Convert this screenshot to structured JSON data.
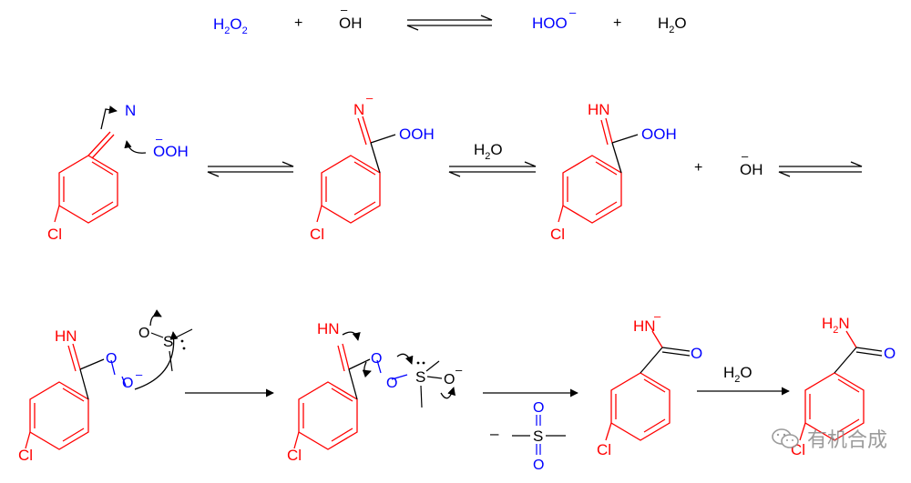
{
  "colors": {
    "red": "#ff0000",
    "blue": "#0000ff",
    "black": "#000000",
    "watermark": "#8a8a8a"
  },
  "eq1": {
    "h2o2": [
      "H",
      "2",
      "O",
      "2"
    ],
    "plus1": "+",
    "oh": "OH",
    "minus": "–",
    "hoo": "HOO",
    "plus2": "+",
    "water": [
      "H",
      "2",
      "O"
    ]
  },
  "row2": {
    "n": "N",
    "ooh_attack": "OOH",
    "n_minus": "N",
    "ooh": "OOH",
    "hn": "HN",
    "water": [
      "H",
      "2",
      "O"
    ],
    "plus": "+",
    "oh": "OH",
    "cl": "Cl"
  },
  "row3": {
    "hn": "HN",
    "o": "O",
    "s": "S",
    "cl": "Cl",
    "hn_neg": "HN",
    "nh2": [
      "H",
      "2",
      "N"
    ],
    "water": [
      "H",
      "2",
      "O"
    ],
    "minus_sign": "–"
  },
  "watermark": {
    "text": "有机合成",
    "icon": "wechat-icon"
  }
}
